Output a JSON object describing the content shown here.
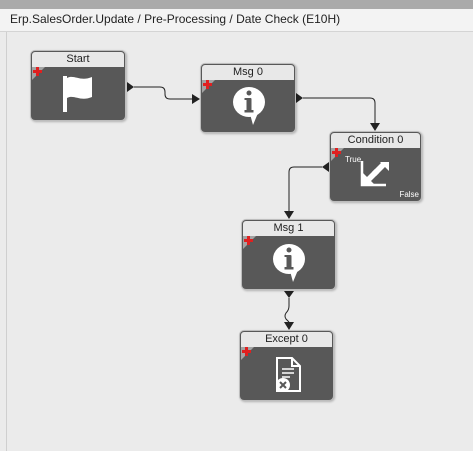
{
  "window": {
    "title": "Erp.SalesOrder.Update / Pre-Processing / Date Check (E10H)"
  },
  "nodes": {
    "start": {
      "label": "Start",
      "icon": "flag-icon"
    },
    "msg0": {
      "label": "Msg 0",
      "icon": "info-bubble-icon"
    },
    "condition0": {
      "label": "Condition 0",
      "icon": "condition-arrows-icon",
      "true_label": "True",
      "false_label": "False"
    },
    "msg1": {
      "label": "Msg 1",
      "icon": "info-bubble-icon"
    },
    "except0": {
      "label": "Except 0",
      "icon": "document-error-icon"
    }
  },
  "colors": {
    "node_body": "#585858",
    "node_header": "#e8e8e8",
    "add_marker": "#e02020",
    "canvas": "#ebebeb",
    "connector": "#222222"
  }
}
